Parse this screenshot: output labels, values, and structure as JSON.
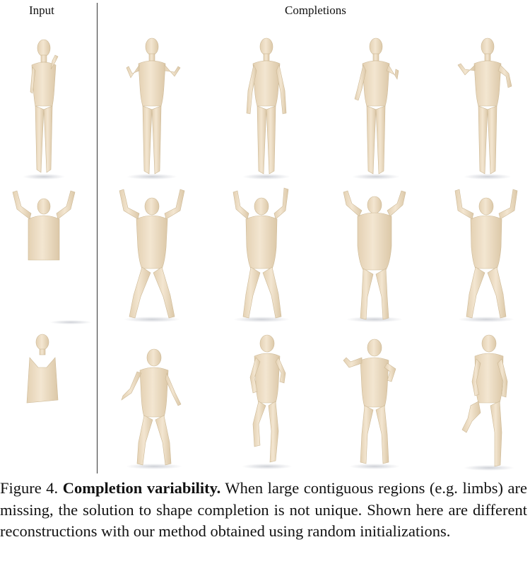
{
  "figure": {
    "header_input": "Input",
    "header_completions": "Completions",
    "rows": [
      {
        "input": "body-partial-arm",
        "completions": [
          "arms-raised-bent",
          "arms-down",
          "arm-partly-raised",
          "arms-raised-bent-right"
        ]
      },
      {
        "input": "torso-arms-up",
        "completions": [
          "arms-up-wide-stance",
          "arms-up-heavy",
          "arms-up-crouch",
          "arms-up-wide"
        ]
      },
      {
        "input": "head-torso-fragment",
        "completions": [
          "arms-out-standing",
          "knee-raised-arm-bent",
          "arms-bent-forward",
          "leg-lifted-side"
        ]
      }
    ],
    "body_color": "#efe0c8",
    "shadow_color": "#d2d4da"
  },
  "caption": {
    "label": "Figure 4.",
    "title": "Completion variability.",
    "text": "When large contiguous regions (e.g.  limbs) are missing, the solution to shape completion is not unique. Shown here are different reconstructions with our method obtained using random initializations."
  }
}
